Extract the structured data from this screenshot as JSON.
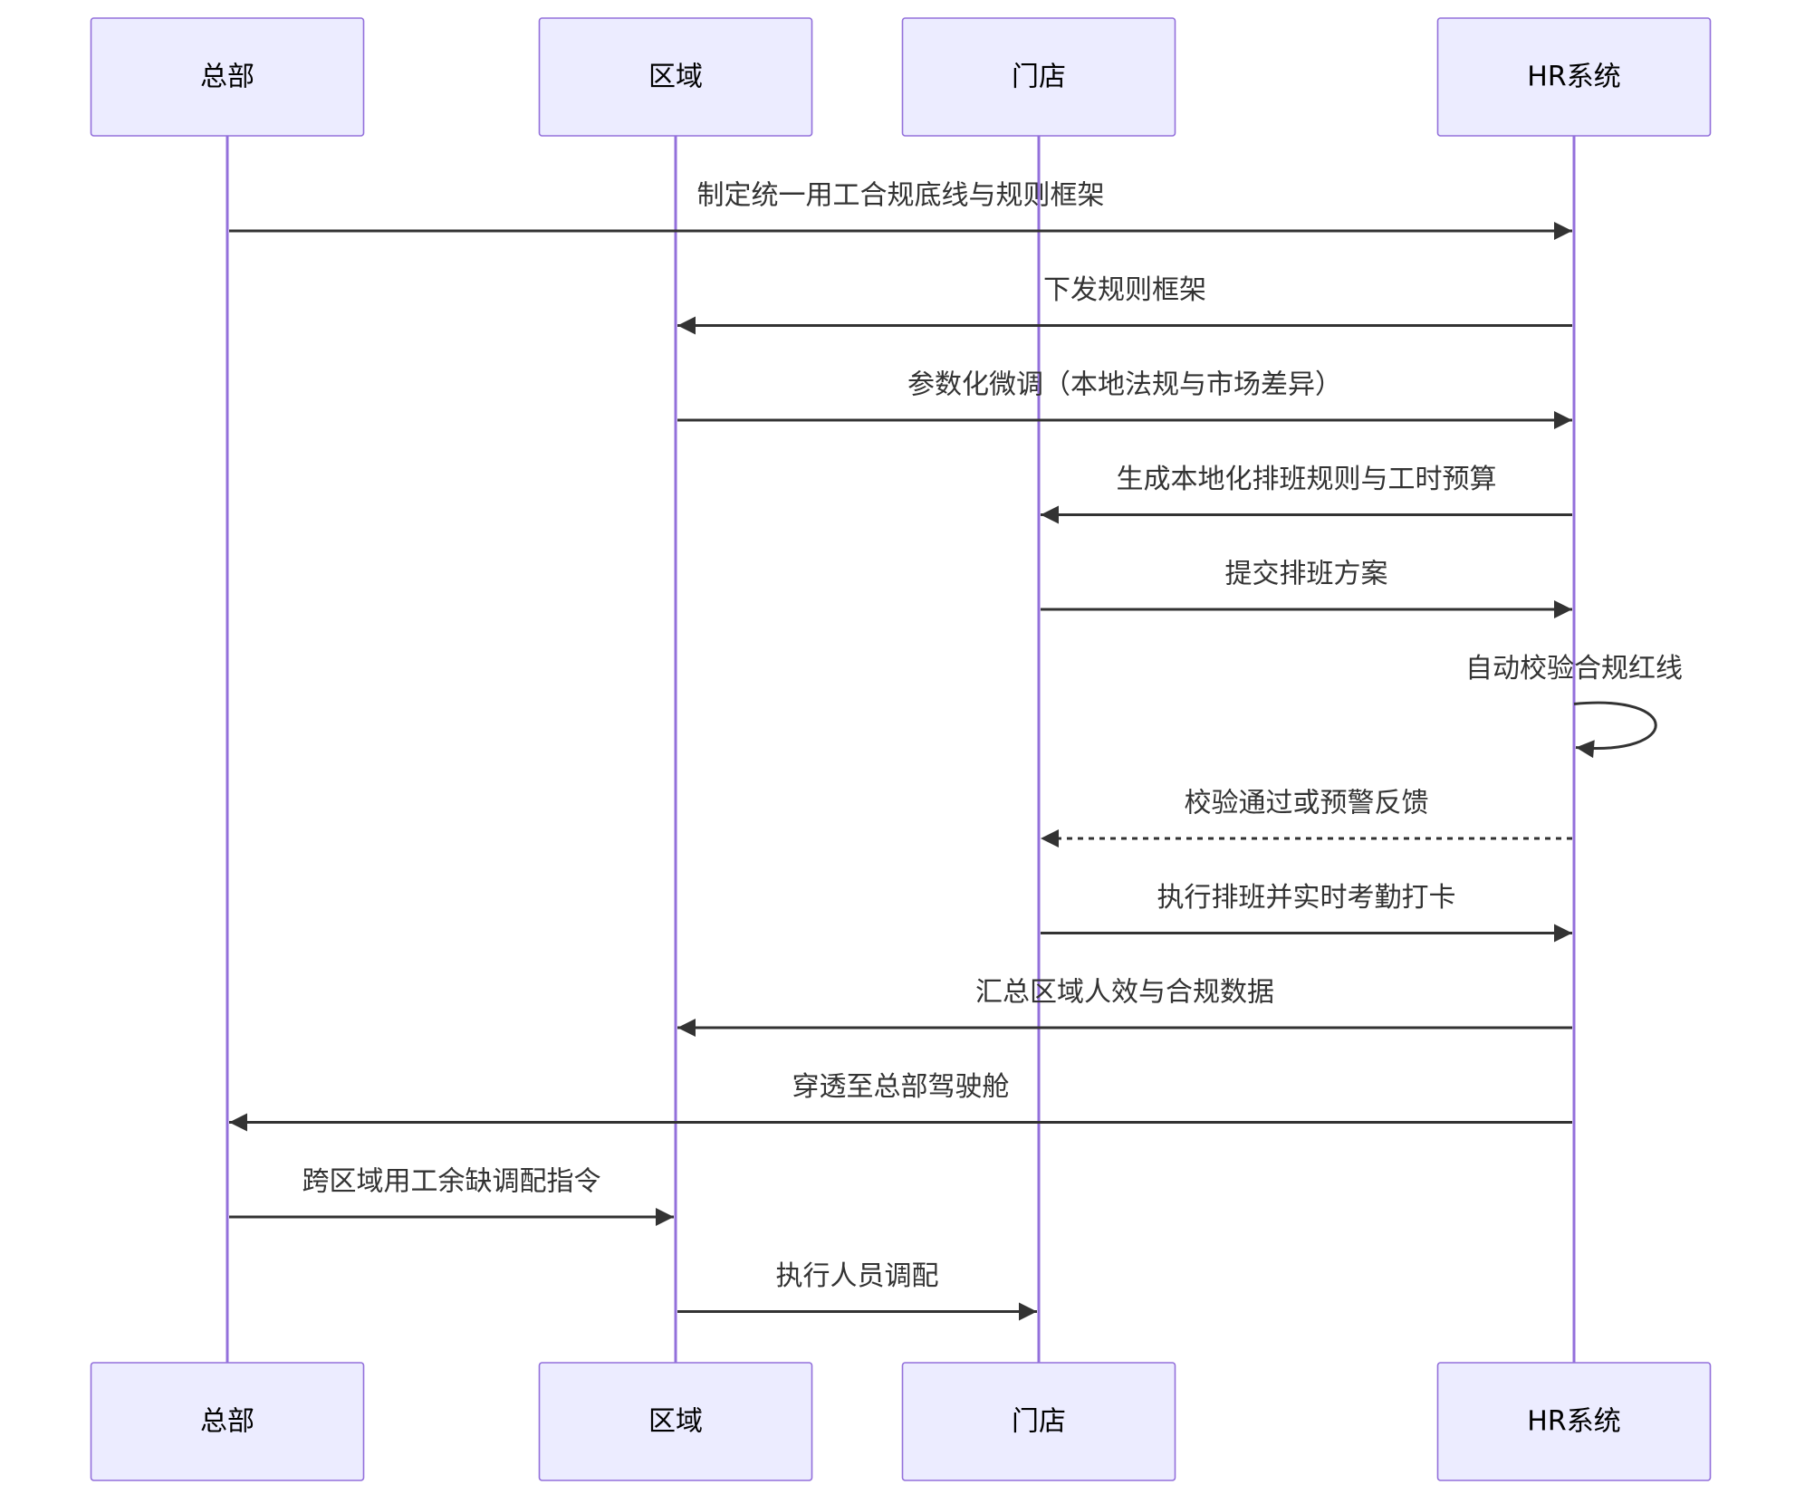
{
  "diagram": {
    "type": "sequence",
    "participants": [
      {
        "id": "hq",
        "label": "总部"
      },
      {
        "id": "region",
        "label": "区域"
      },
      {
        "id": "store",
        "label": "门店"
      },
      {
        "id": "hr",
        "label": "HR系统"
      }
    ],
    "messages": [
      {
        "from": "hq",
        "to": "hr",
        "text": "制定统一用工合规底线与规则框架",
        "style": "solid"
      },
      {
        "from": "hr",
        "to": "region",
        "text": "下发规则框架",
        "style": "solid"
      },
      {
        "from": "region",
        "to": "hr",
        "text": "参数化微调（本地法规与市场差异）",
        "style": "solid"
      },
      {
        "from": "hr",
        "to": "store",
        "text": "生成本地化排班规则与工时预算",
        "style": "solid"
      },
      {
        "from": "store",
        "to": "hr",
        "text": "提交排班方案",
        "style": "solid"
      },
      {
        "from": "hr",
        "to": "hr",
        "text": "自动校验合规红线",
        "style": "solid"
      },
      {
        "from": "hr",
        "to": "store",
        "text": "校验通过或预警反馈",
        "style": "dotted"
      },
      {
        "from": "store",
        "to": "hr",
        "text": "执行排班并实时考勤打卡",
        "style": "solid"
      },
      {
        "from": "hr",
        "to": "region",
        "text": "汇总区域人效与合规数据",
        "style": "solid"
      },
      {
        "from": "hr",
        "to": "hq",
        "text": "穿透至总部驾驶舱",
        "style": "solid"
      },
      {
        "from": "hq",
        "to": "region",
        "text": "跨区域用工余缺调配指令",
        "style": "solid"
      },
      {
        "from": "region",
        "to": "store",
        "text": "执行人员调配",
        "style": "solid"
      }
    ]
  },
  "colors": {
    "actor_fill": "#ececff",
    "actor_stroke": "#9370db",
    "lifeline": "#9370db",
    "message_line": "#333333",
    "message_text": "#333333",
    "actor_text": "#000000"
  }
}
